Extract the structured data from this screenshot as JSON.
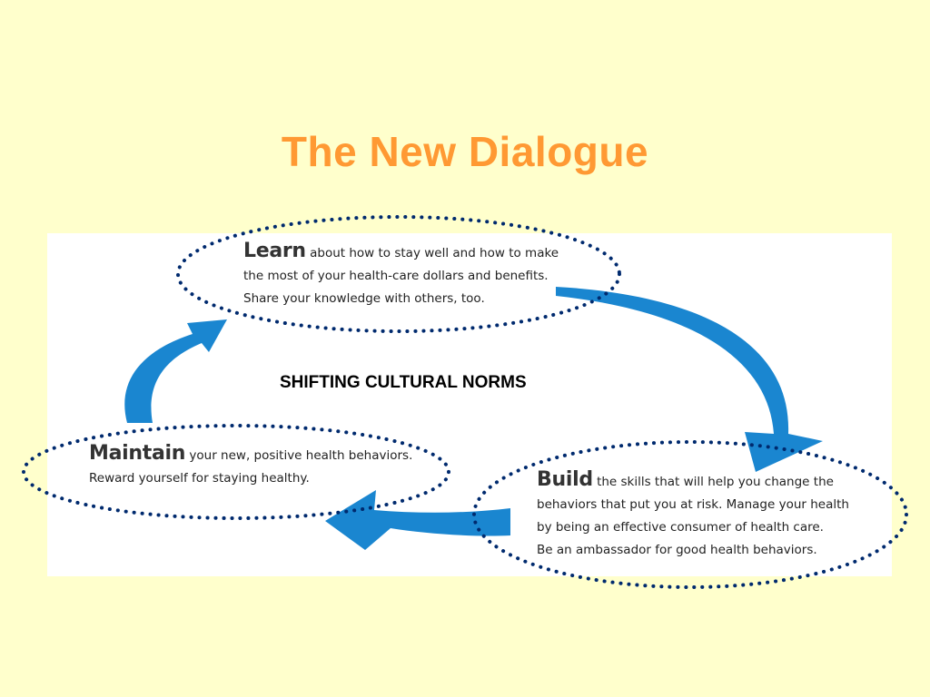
{
  "slide": {
    "title": "The New Dialogue"
  },
  "diagram": {
    "center_label": "SHIFTING CULTURAL NORMS",
    "colors": {
      "background": "#ffffcc",
      "title": "#ff9933",
      "arrow": "#1a86d0",
      "ellipse_dots": "#002a6e"
    },
    "steps": {
      "learn": {
        "keyword": "Learn",
        "first_line": "about how to stay well and how to make",
        "lines": [
          "the most of your health-care dollars and benefits.",
          "Share your knowledge with others, too."
        ]
      },
      "maintain": {
        "keyword": "Maintain",
        "first_line": "your new, positive health behaviors.",
        "lines": [
          "Reward yourself for staying healthy."
        ]
      },
      "build": {
        "keyword": "Build",
        "first_line": "the skills that will help you change the",
        "lines": [
          "behaviors that put you at risk. Manage your health",
          "by being an effective consumer of health care.",
          "Be an ambassador for good health behaviors."
        ]
      }
    },
    "arrows": [
      "learn-to-build",
      "build-to-maintain",
      "maintain-to-learn"
    ]
  }
}
